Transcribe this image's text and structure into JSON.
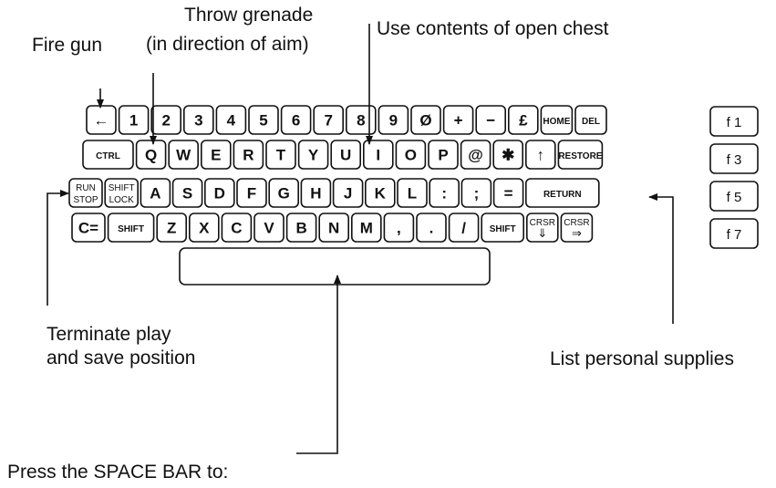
{
  "annotations": {
    "fire": "Fire gun",
    "grenade_line1": "Throw grenade",
    "grenade_line2": "(in direction of aim)",
    "chest": "Use contents of open chest",
    "terminate_line1": "Terminate play",
    "terminate_line2": "and save position",
    "supplies": "List personal supplies",
    "spacebar": "Press the SPACE BAR to:"
  },
  "keyboard": {
    "row1": [
      "←",
      "1",
      "2",
      "3",
      "4",
      "5",
      "6",
      "7",
      "8",
      "9",
      "Ø",
      "+",
      "−",
      "£",
      "HOME",
      "DEL"
    ],
    "row2": [
      "CTRL",
      "Q",
      "W",
      "E",
      "R",
      "T",
      "Y",
      "U",
      "I",
      "O",
      "P",
      "@",
      "✱",
      "↑",
      "RESTORE"
    ],
    "row3": [
      "RUN STOP",
      "SHIFT LOCK",
      "A",
      "S",
      "D",
      "F",
      "G",
      "H",
      "J",
      "K",
      "L",
      ":",
      ";",
      "=",
      "RETURN"
    ],
    "row4": [
      "C=",
      "SHIFT",
      "Z",
      "X",
      "C",
      "V",
      "B",
      "N",
      "M",
      ",",
      ".",
      "/",
      "SHIFT",
      "CRSR ⇓",
      "CRSR ⇒"
    ],
    "function_keys": [
      "f 1",
      "f 3",
      "f 5",
      "f 7"
    ]
  }
}
